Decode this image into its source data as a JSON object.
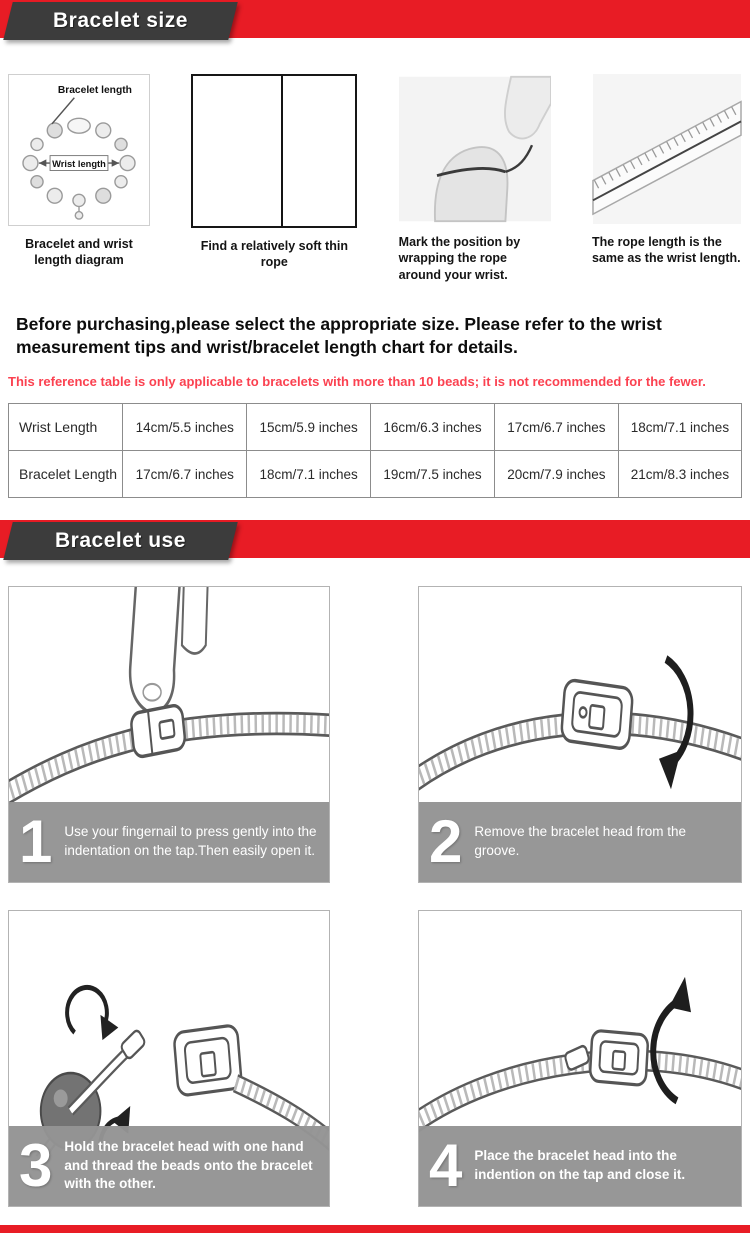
{
  "theme": {
    "accent_red": "#e81c25",
    "banner_dark": "#3c3c3c",
    "step_bar_gray": "#949494",
    "warning_red": "#fb4150"
  },
  "sections": {
    "size_title": "Bracelet size",
    "use_title": "Bracelet use"
  },
  "measure_steps": [
    {
      "caption": "Bracelet and wrist length diagram",
      "label_bracelet": "Bracelet length",
      "label_wrist": "Wrist length"
    },
    {
      "caption": "Find a relatively soft thin rope"
    },
    {
      "caption": "Mark the position by wrapping the rope around your wrist."
    },
    {
      "caption": "The rope length is the same as the wrist length."
    }
  ],
  "intro": "Before purchasing,please select the appropriate size. Please refer to the wrist measurement tips and wrist/bracelet length chart for details.",
  "warning": "This reference table is only applicable to bracelets with more than 10 beads; it is not recommended for the fewer.",
  "size_table": {
    "rows": [
      {
        "header": "Wrist Length",
        "values": [
          "14cm/5.5 inches",
          "15cm/5.9 inches",
          "16cm/6.3 inches",
          "17cm/6.7 inches",
          "18cm/7.1 inches"
        ]
      },
      {
        "header": "Bracelet Length",
        "values": [
          "17cm/6.7 inches",
          "18cm/7.1 inches",
          "19cm/7.5 inches",
          "20cm/7.9 inches",
          "21cm/8.3 inches"
        ]
      }
    ]
  },
  "use_steps": [
    {
      "number": "1",
      "text": "Use your fingernail to press gently into the indentation on the tap.Then easily open it."
    },
    {
      "number": "2",
      "text": "Remove the bracelet head from the groove."
    },
    {
      "number": "3",
      "text": "Hold the bracelet head with one hand and thread the beads onto the bracelet with the other."
    },
    {
      "number": "4",
      "text": "Place the bracelet head into the indention on the tap and close it."
    }
  ]
}
